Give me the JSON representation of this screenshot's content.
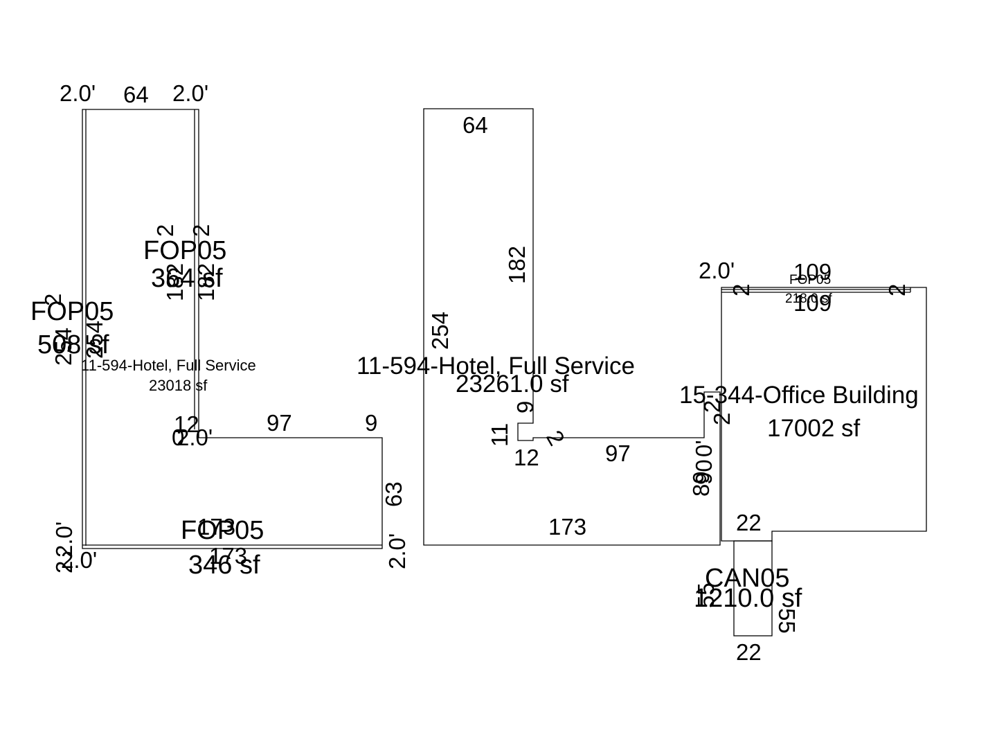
{
  "left_building": {
    "name": "11-594-Hotel, Full Service",
    "area": "23018 sf",
    "top_left_offset": "2.0'",
    "top_width": "64",
    "top_right_offset": "2.0'",
    "inner_corner_a": "12",
    "inner_corner_b": "2.0'",
    "inner_corner_c": "0",
    "wing_width": "97",
    "wing_end": "9",
    "wing_height": "63",
    "bottom_left_offset": "2.0'",
    "bottom_right_offset": "2.0'",
    "bottom_left_vert": "2.0'",
    "bottom_left_corner": "2",
    "fop_west": {
      "name": "FOP05",
      "area": "508 sf",
      "dim_a": "254",
      "dim_b": "254",
      "dim_c": "2"
    },
    "fop_mid": {
      "name": "FOP05",
      "area": "364 sf",
      "dim_a": "182",
      "dim_b": "182",
      "dim_c": "2",
      "dim_d": "2"
    },
    "fop_south": {
      "name": "FOP05",
      "area": "346 sf",
      "dim_a": "173",
      "dim_b": "173"
    }
  },
  "right_building": {
    "name": "11-594-Hotel, Full Service",
    "area": "23261.0 sf",
    "top_width": "64",
    "east_height": "182",
    "west_height": "254",
    "notch_a": "9",
    "notch_b": "11",
    "notch_c": "12",
    "notch_d": "2",
    "wing_width": "97",
    "bottom_width": "173",
    "joint_a": "90",
    "joint_b": "89",
    "joint_c": "2",
    "joint_d": "2",
    "joint_e": "0'"
  },
  "office_building": {
    "name": "15-344-Office Building",
    "area": "17002 sf",
    "top_offset": "2.0'",
    "top_width": "109",
    "top_width_inner": "109",
    "corner_left": "2",
    "corner_right": "2",
    "fop_top": {
      "name": "FOP05",
      "area": "218.0 sf"
    },
    "notch_width": "22"
  },
  "canopy": {
    "name": "CAN05",
    "area": "1210.0 sf",
    "bottom_width": "22",
    "side_left": "55",
    "side_right": "55"
  }
}
